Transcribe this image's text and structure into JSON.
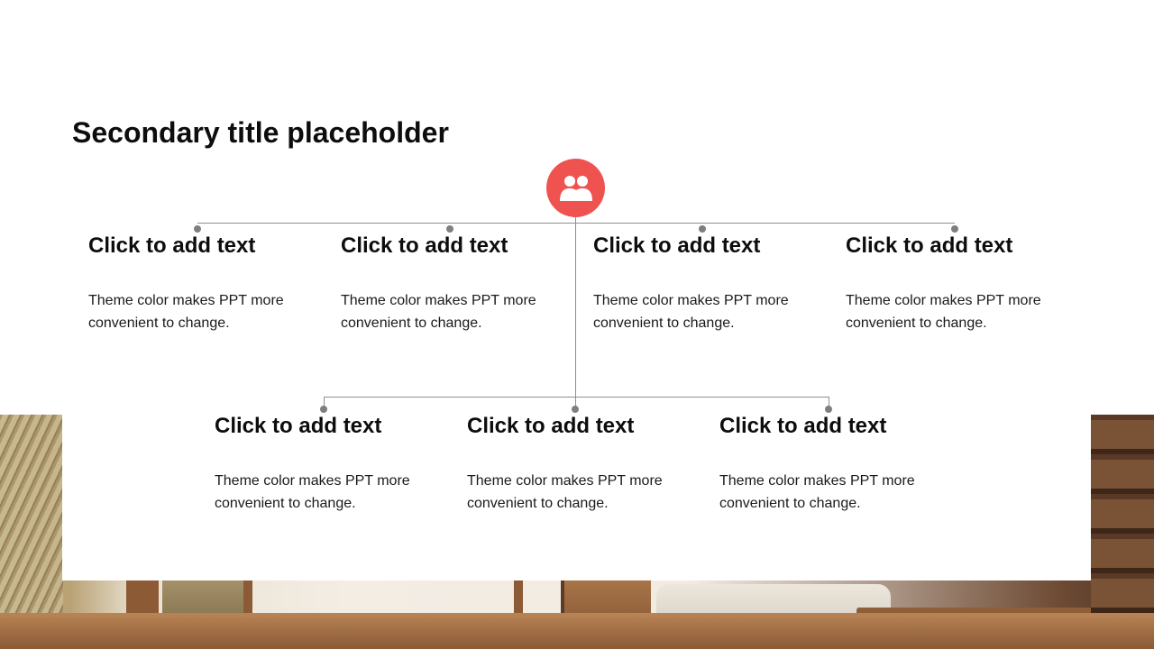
{
  "slide": {
    "title": "Secondary title placeholder",
    "hub_icon": "users-group-icon",
    "accent_color": "#ef5350",
    "items": [
      {
        "heading": "Click to add text",
        "body": "Theme color makes PPT more convenient to change."
      },
      {
        "heading": "Click to add text",
        "body": "Theme color makes PPT more convenient to change."
      },
      {
        "heading": "Click to add text",
        "body": "Theme color makes PPT more convenient to change."
      },
      {
        "heading": "Click to add text",
        "body": "Theme color makes PPT more convenient to change."
      },
      {
        "heading": "Click to add text",
        "body": "Theme color makes PPT more convenient to change."
      },
      {
        "heading": "Click to add text",
        "body": "Theme color makes PPT more convenient to change."
      },
      {
        "heading": "Click to add text",
        "body": "Theme color makes PPT more convenient to change."
      }
    ]
  }
}
